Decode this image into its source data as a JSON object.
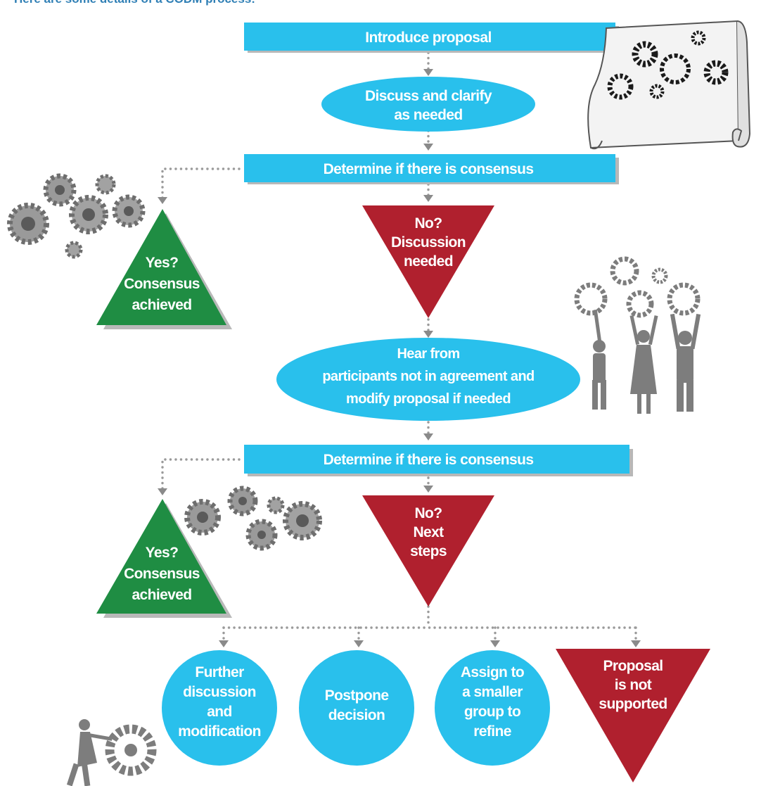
{
  "intro_text": "Here are some details of a CODM process:",
  "steps": {
    "introduce": "Introduce proposal",
    "discuss": [
      "Discuss and clarify",
      "as needed"
    ],
    "determine_1": "Determine if there is consensus",
    "hear": [
      "Hear from",
      "participants not in agreement and",
      "modify proposal if needed"
    ],
    "determine_2": "Determine if there is consensus"
  },
  "outcomes": {
    "yes_1": [
      "Yes?",
      "Consensus",
      "achieved"
    ],
    "no_1": [
      "No?",
      "Discussion",
      "needed"
    ],
    "yes_2": [
      "Yes?",
      "Consensus",
      "achieved"
    ],
    "no_2": [
      "No?",
      "Next",
      "steps"
    ]
  },
  "next_steps": {
    "further": [
      "Further",
      "discussion",
      "and",
      "modification"
    ],
    "postpone": [
      "Postpone",
      "decision"
    ],
    "assign": [
      "Assign to",
      "a smaller",
      "group  to",
      "refine"
    ],
    "not_supported": [
      "Proposal",
      "is not",
      "supported"
    ]
  },
  "colors": {
    "blue": "#29c0ec",
    "red": "#b0202e",
    "green": "#1f8d43",
    "heading": "#2f7fb5"
  },
  "icons": [
    "gears-scroll-icon",
    "gray-gears-icon",
    "people-holding-gears-icon",
    "person-pushing-gear-icon"
  ]
}
